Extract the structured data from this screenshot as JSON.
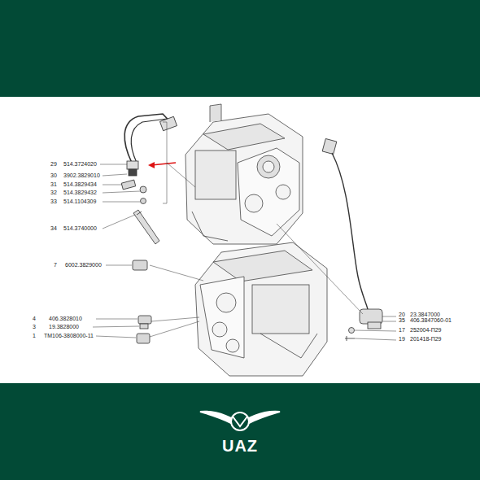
{
  "diagram": {
    "labels": [
      "29",
      "514.3724020",
      "30",
      "3902.3829010",
      "31",
      "514.3829434",
      "32",
      "514.3829432",
      "33",
      "514.1104309",
      "34",
      "514.3740000",
      "7",
      "6002.3829000",
      "4",
      "406.3828010",
      "3",
      "19.3828000",
      "1",
      "ТМ106-3808000-11",
      "20",
      "23.3847000",
      "35",
      "406.3847060-01",
      "17",
      "252004-П29",
      "19",
      "201418-П29",
      "UAZ"
    ]
  }
}
